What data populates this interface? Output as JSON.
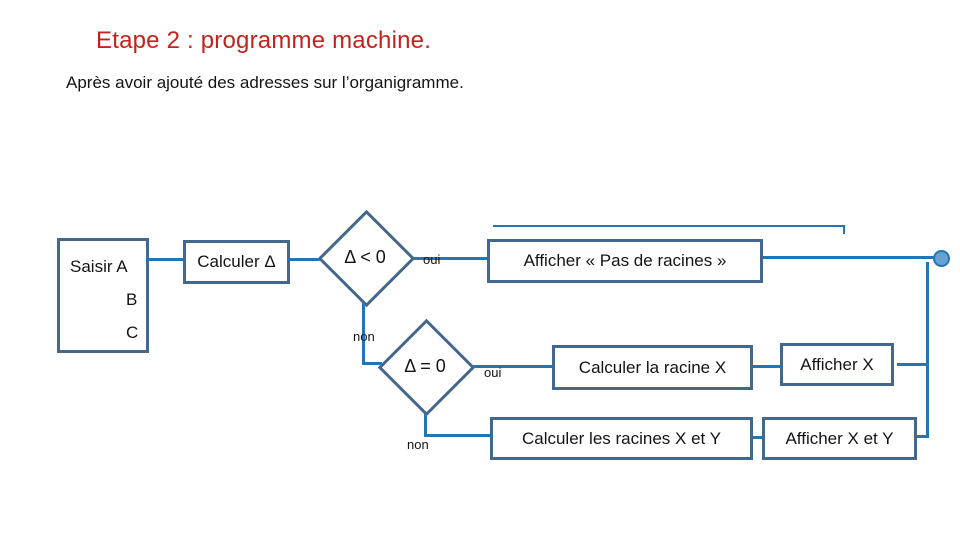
{
  "slide": {
    "title": "Etape 2 : programme machine.",
    "subtitle": "Après avoir ajouté des adresses sur l’organigramme."
  },
  "colors": {
    "connector_line": "#2176B5",
    "shape_border": "#44678C",
    "connector_dot_fill": "#68A0D0",
    "title_red": "#C3231E",
    "text": "#141414"
  },
  "flowchart": {
    "nodes": {
      "saisir": {
        "line1": "Saisir A",
        "line2": "B",
        "line3": "C"
      },
      "calculer_delta": {
        "label": "Calculer Δ"
      },
      "cond_delta_neg": {
        "label": "Δ < 0"
      },
      "afficher_pas_de_racines": {
        "label": "Afficher « Pas de racines »"
      },
      "cond_delta_zero": {
        "label": "Δ = 0"
      },
      "calculer_racine_x": {
        "label": "Calculer la racine X"
      },
      "afficher_x": {
        "label": "Afficher X"
      },
      "calculer_racines_xy": {
        "label": "Calculer les racines X et Y"
      },
      "afficher_x_et_y": {
        "label": "Afficher X et Y"
      }
    },
    "branch_labels": {
      "oui1": "oui",
      "non1": "non",
      "oui2": "oui",
      "non2": "non"
    }
  }
}
